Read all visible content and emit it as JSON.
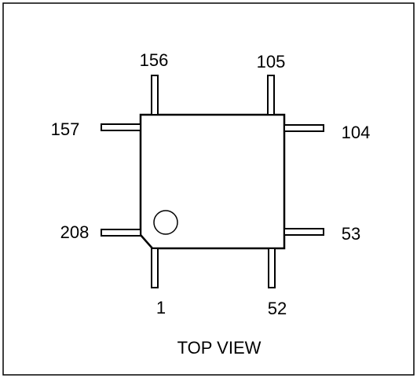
{
  "pin_labels": {
    "top_left": "156",
    "top_right": "105",
    "left_upper": "157",
    "right_upper": "104",
    "left_lower": "208",
    "right_lower": "53",
    "bottom_left": "1",
    "bottom_right": "52"
  },
  "caption": "TOP VIEW",
  "colors": {
    "line": "#000000",
    "background": "#ffffff"
  },
  "icons": {
    "pin1_marker": "circle"
  }
}
